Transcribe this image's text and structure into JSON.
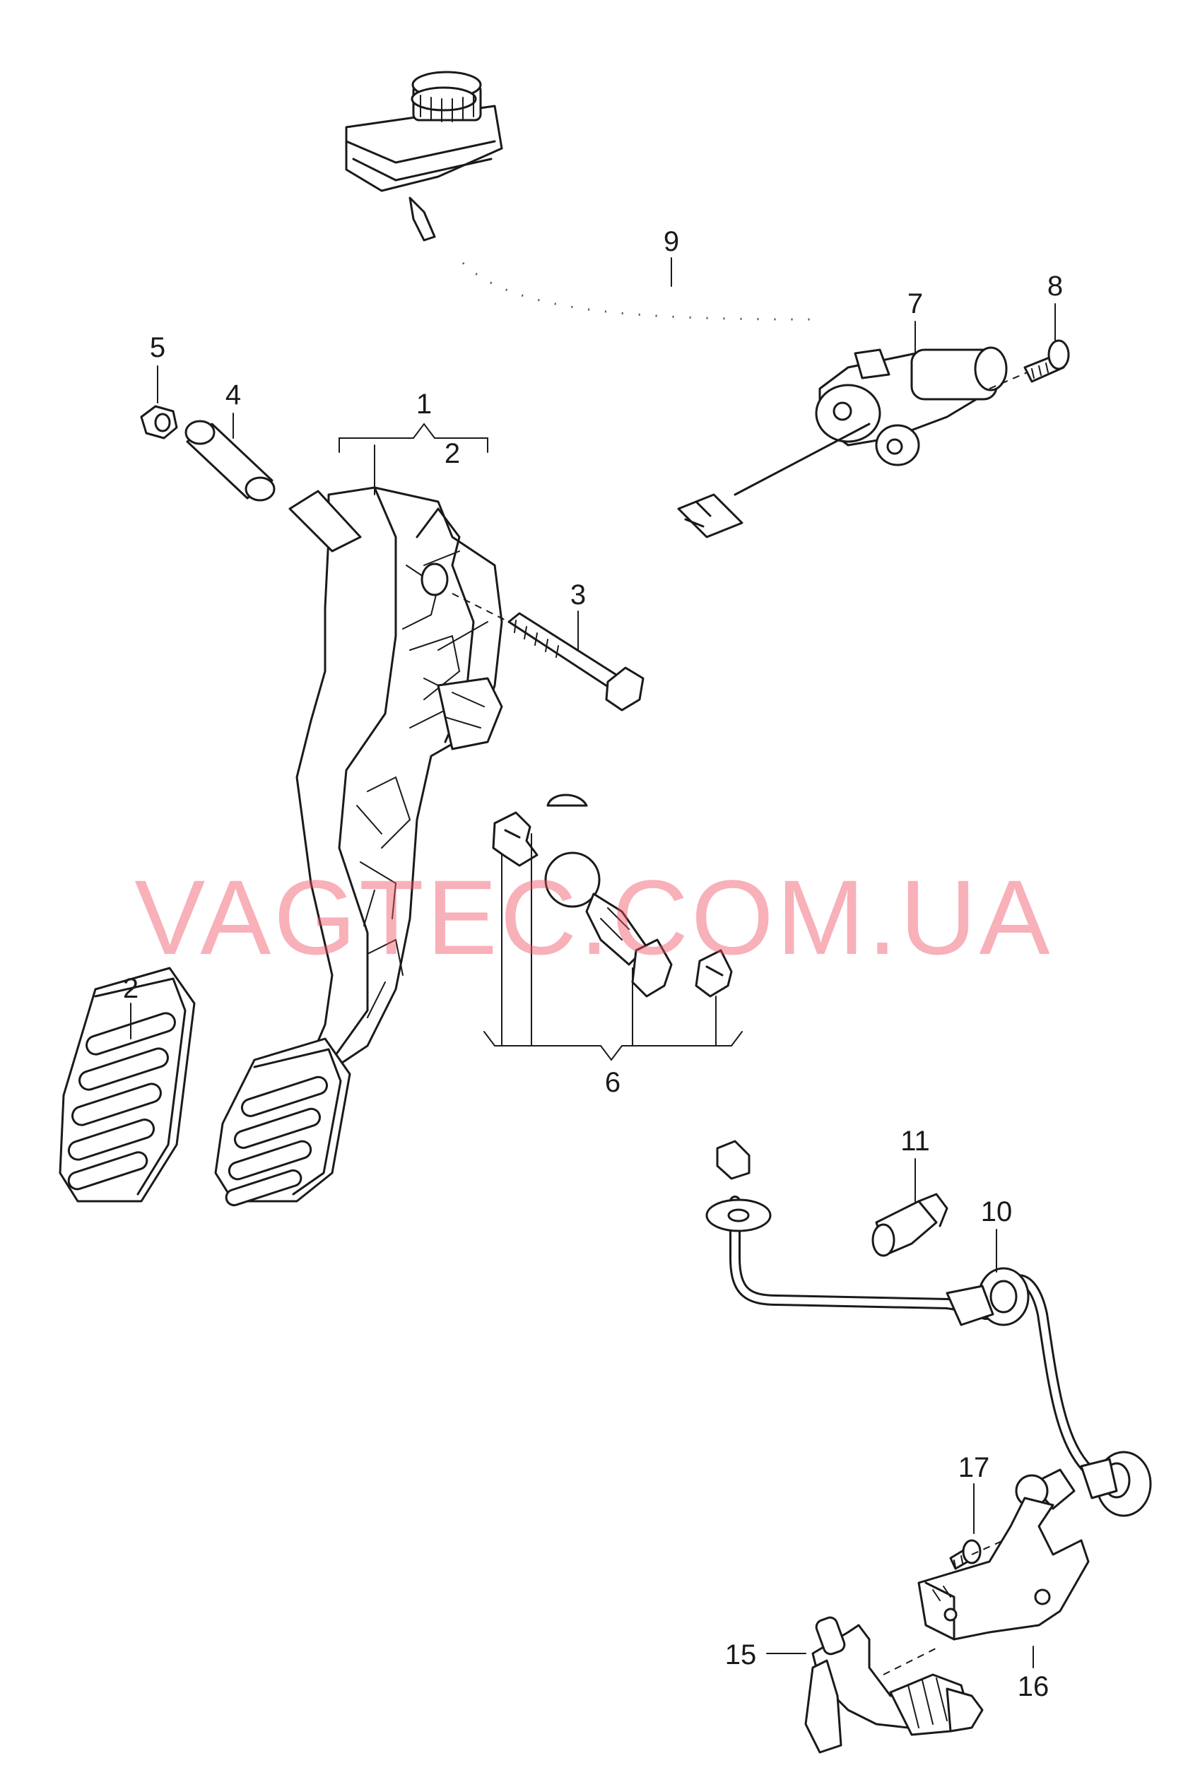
{
  "diagram": {
    "callouts": [
      {
        "id": "c1",
        "text": "1"
      },
      {
        "id": "c2a",
        "text": "2"
      },
      {
        "id": "c2b",
        "text": "2"
      },
      {
        "id": "c3",
        "text": "3"
      },
      {
        "id": "c4",
        "text": "4"
      },
      {
        "id": "c5",
        "text": "5"
      },
      {
        "id": "c6",
        "text": "6"
      },
      {
        "id": "c7",
        "text": "7"
      },
      {
        "id": "c8",
        "text": "8"
      },
      {
        "id": "c9",
        "text": "9"
      },
      {
        "id": "c10",
        "text": "10"
      },
      {
        "id": "c11",
        "text": "11"
      },
      {
        "id": "c15",
        "text": "15"
      },
      {
        "id": "c16",
        "text": "16"
      },
      {
        "id": "c17",
        "text": "17"
      }
    ],
    "watermark": "VAGTEC.COM.UA",
    "colors": {
      "line": "#1a1a1a",
      "watermark": "#f05064"
    }
  }
}
